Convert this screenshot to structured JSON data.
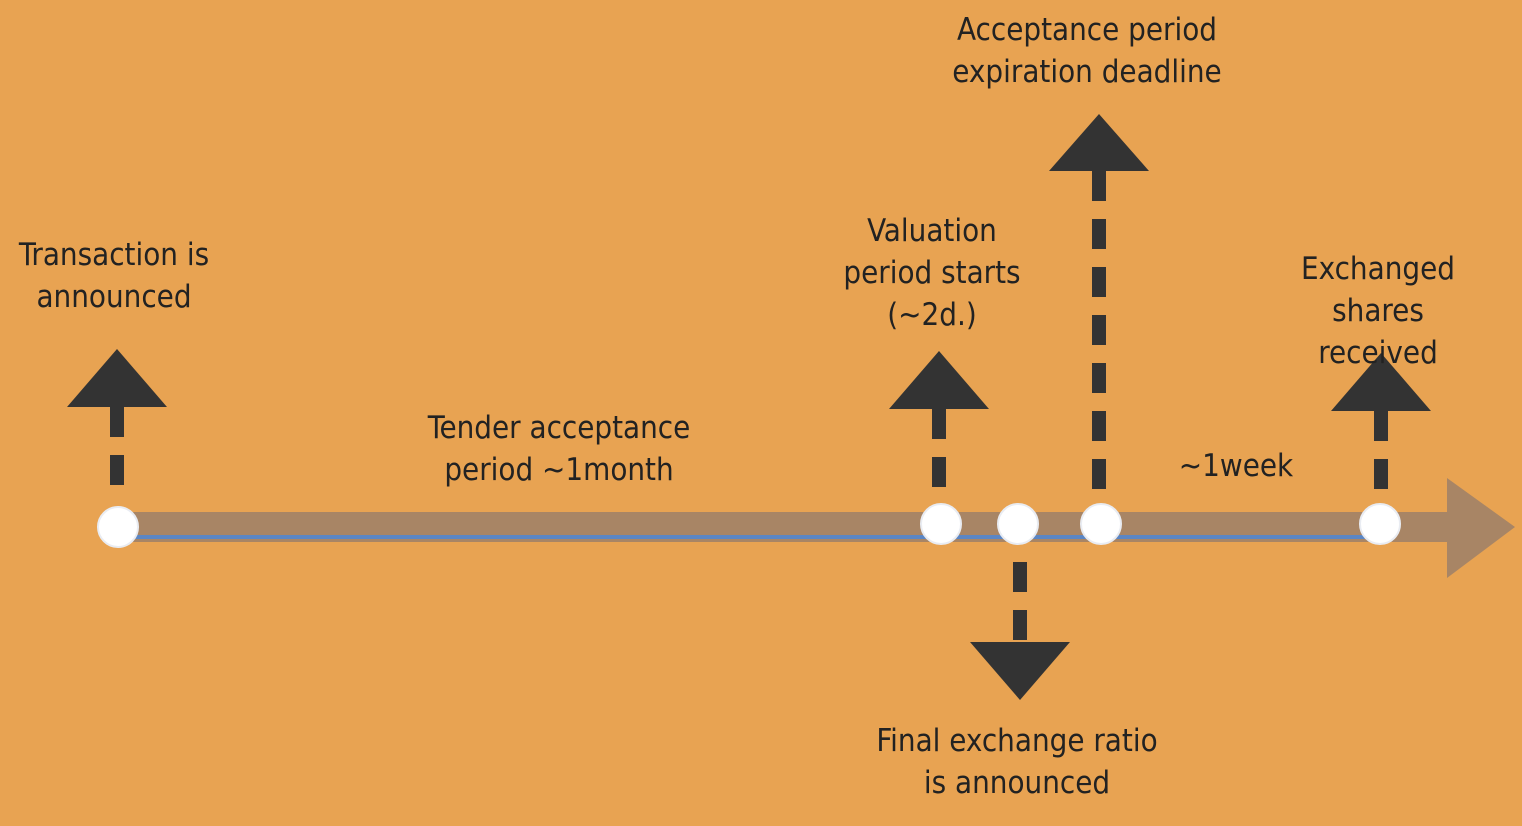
{
  "colors": {
    "background": "#E8A352",
    "timeline_arrow": "#A88565",
    "timeline_line": "#5B86C4",
    "event_marker": "#FFFFFF",
    "pointer_arrow": "#333333",
    "text": "#222222"
  },
  "events": [
    {
      "id": "announced",
      "label": "Transaction is\nannounced",
      "direction": "up"
    },
    {
      "id": "valuation",
      "label": "Valuation\nperiod starts\n(~2d.)",
      "direction": "up"
    },
    {
      "id": "final-ratio",
      "label": "Final exchange ratio\nis announced",
      "direction": "down"
    },
    {
      "id": "expiration",
      "label": "Acceptance period\nexpiration deadline",
      "direction": "up"
    },
    {
      "id": "shares-received",
      "label": "Exchanged shares\nreceived",
      "direction": "up"
    }
  ],
  "spans": [
    {
      "id": "tender",
      "label": "Tender acceptance\nperiod ~1month"
    },
    {
      "id": "week",
      "label": "~1week"
    }
  ]
}
